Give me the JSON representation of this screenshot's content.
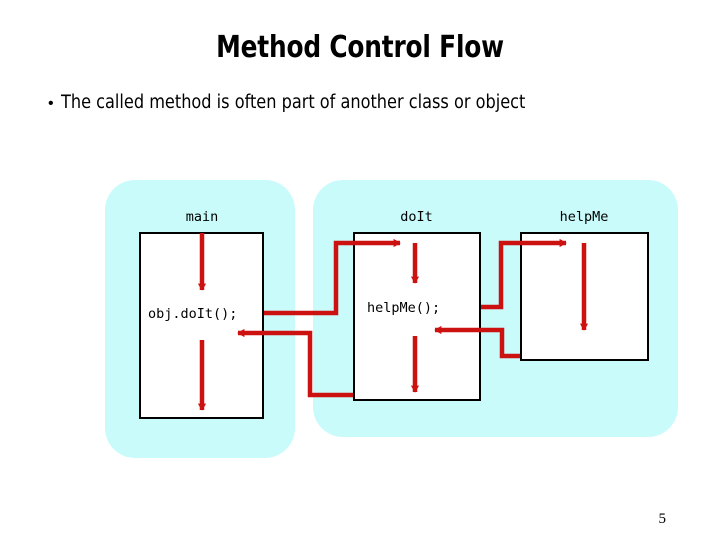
{
  "slide": {
    "title": "Method Control Flow",
    "bullet_marker": "•",
    "bullet_text": "The called method is often part of another class or object",
    "page_number": "5"
  },
  "colors": {
    "panel_fill": "#c9fbfb",
    "flow_arrow": "#cc1111",
    "box_border": "#000000",
    "box_fill": "#ffffff",
    "text": "#000000",
    "background": "#ffffff"
  },
  "diagram": {
    "panels": [
      {
        "name": "main-panel",
        "label": ""
      },
      {
        "name": "object-panel",
        "label": ""
      }
    ],
    "methods": [
      {
        "name": "main",
        "label": "main",
        "code": "obj.doIt();"
      },
      {
        "name": "doIt",
        "label": "doIt",
        "code": "helpMe();"
      },
      {
        "name": "helpMe",
        "label": "helpMe",
        "code": ""
      }
    ],
    "flows": [
      {
        "name": "main-to-doIt",
        "kind": "call"
      },
      {
        "name": "doIt-to-main",
        "kind": "return"
      },
      {
        "name": "doIt-to-helpMe",
        "kind": "call"
      },
      {
        "name": "helpMe-to-doIt",
        "kind": "return"
      },
      {
        "name": "main-entry",
        "kind": "entry"
      },
      {
        "name": "main-exit",
        "kind": "exit"
      },
      {
        "name": "doIt-entry",
        "kind": "entry"
      },
      {
        "name": "doIt-exit",
        "kind": "exit"
      },
      {
        "name": "helpMe-body",
        "kind": "body"
      }
    ]
  }
}
